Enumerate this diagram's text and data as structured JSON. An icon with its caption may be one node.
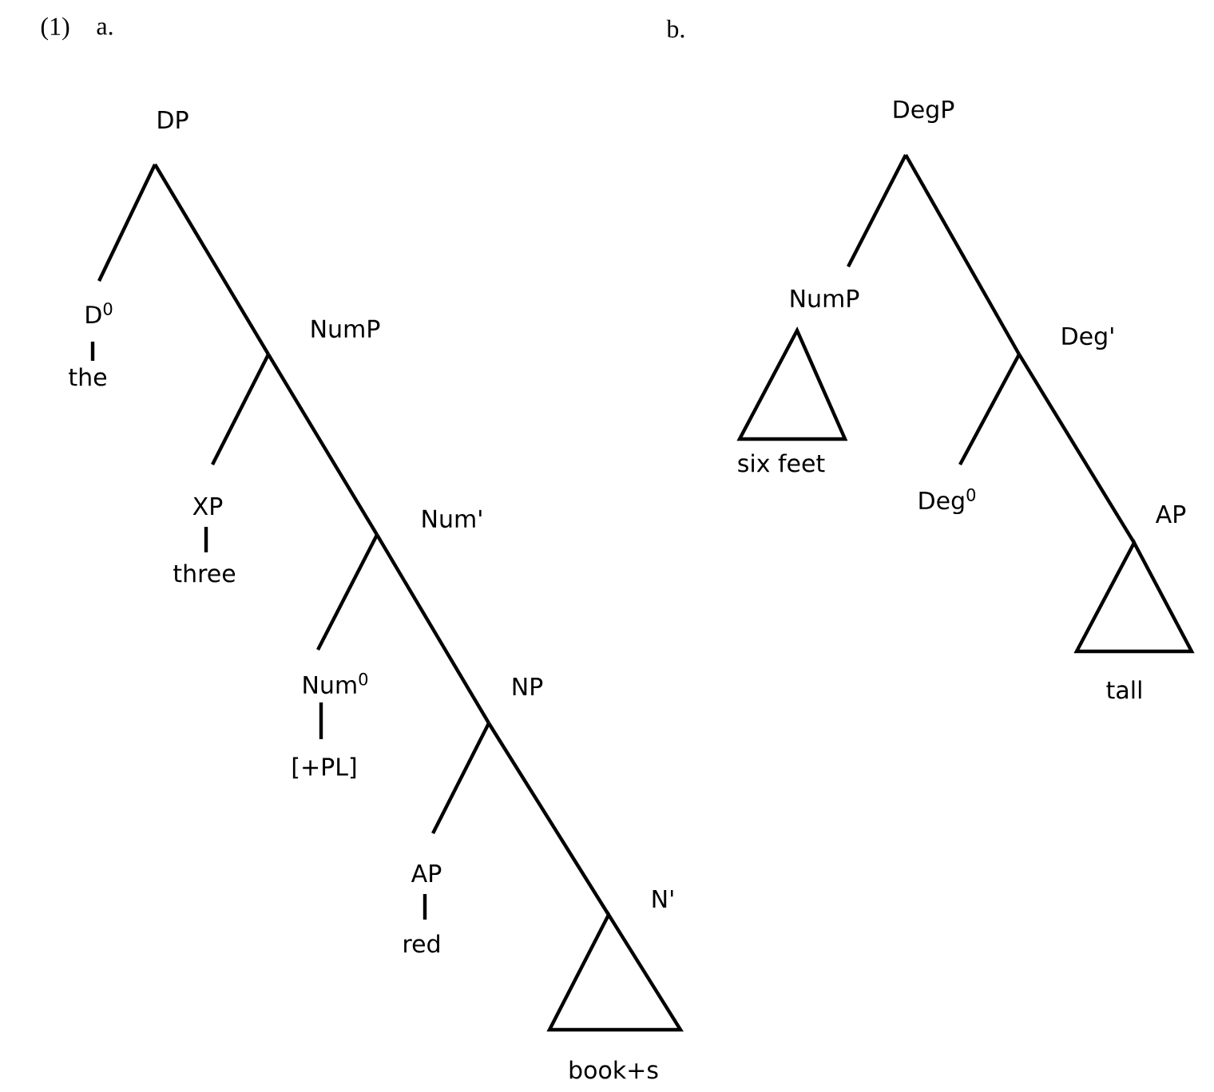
{
  "diagram": {
    "nodes": [
      {
        "text": [
          "DP"
        ]
      },
      {
        "text": [
          "D$^{0}$"
        ]
      },
      {
        "text": [
          "the"
        ]
      },
      {
        "text": [
          "NumP"
        ]
      },
      {
        "text": [
          "XP"
        ]
      },
      {
        "text": [
          "three"
        ]
      },
      {
        "text": [
          "Num'"
        ]
      },
      {
        "text": [
          "Num$^{0}$"
        ]
      },
      {
        "text": [
          "[+PL]"
        ]
      },
      {
        "text": [
          "NP"
        ]
      },
      {
        "text": [
          "AP"
        ]
      },
      {
        "text": [
          "red"
        ]
      },
      {
        "text": [
          "N'",
          "book+s"
        ]
      },
      {
        "text": [
          "DegP"
        ]
      },
      {
        "text": [
          "NumP",
          "six feet"
        ]
      },
      {
        "text": [
          "Deg'"
        ]
      },
      {
        "text": [
          "Deg$^{0}$"
        ]
      },
      {
        "text": [
          "AP",
          "tall"
        ]
      }
    ],
    "edges": [
      {
        "from": 0,
        "to": 1,
        "arrow": "none"
      },
      {
        "from": 1,
        "to": 2,
        "arrow": "none"
      },
      {
        "from": 0,
        "to": 3,
        "arrow": "none"
      },
      {
        "from": 3,
        "to": 4,
        "arrow": "none"
      },
      {
        "from": 4,
        "to": 5,
        "arrow": "none"
      },
      {
        "from": 3,
        "to": 6,
        "arrow": "none"
      },
      {
        "from": 6,
        "to": 7,
        "arrow": "none"
      },
      {
        "from": 7,
        "to": 8,
        "arrow": "none"
      },
      {
        "from": 6,
        "to": 9,
        "arrow": "none"
      },
      {
        "from": 9,
        "to": 10,
        "arrow": "none"
      },
      {
        "from": 10,
        "to": 11,
        "arrow": "none"
      },
      {
        "from": 9,
        "to": 12,
        "arrow": "none"
      },
      {
        "from": 13,
        "to": 14,
        "arrow": "none"
      },
      {
        "from": 13,
        "to": 15,
        "arrow": "none"
      },
      {
        "from": 15,
        "to": 16,
        "arrow": "none"
      },
      {
        "from": 15,
        "to": 17,
        "arrow": "none"
      }
    ],
    "labels": [
      "(1)",
      "a.",
      "b."
    ]
  }
}
